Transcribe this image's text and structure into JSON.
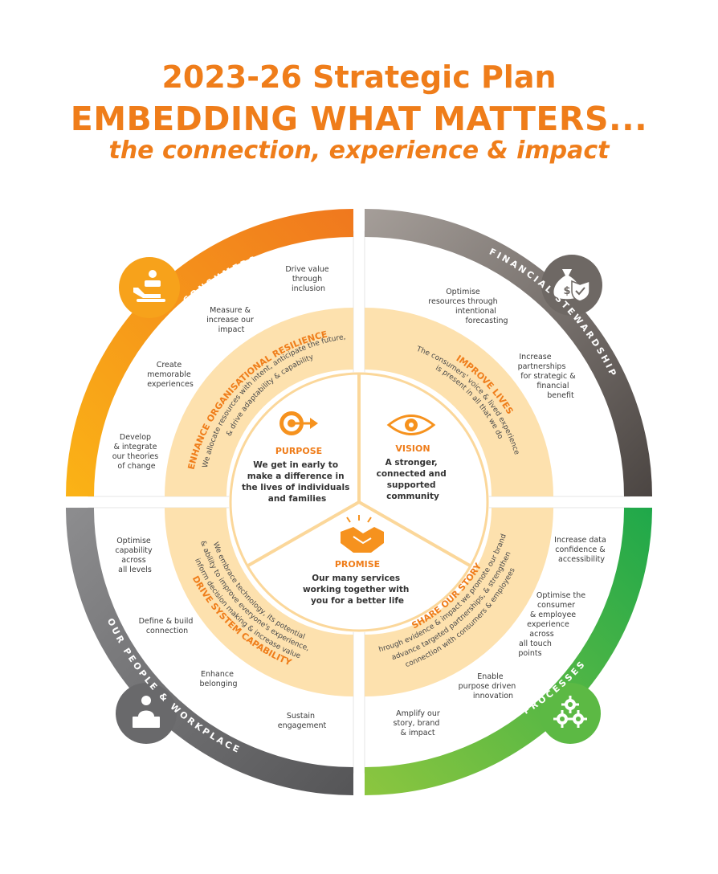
{
  "header": {
    "line1": "2023-26 Strategic Plan",
    "line2": "EMBEDDING WHAT MATTERS...",
    "line3": "the connection, experience & impact"
  },
  "colors": {
    "accent": "#ef7d1a",
    "consumers": "#f59e1e",
    "financial": "#6e6a68",
    "people": "#6b6b6d",
    "processes": "#5cb944",
    "ring_fill": "#fde1ae"
  },
  "quadrants": {
    "consumers": {
      "label": "CONSUMERS",
      "icon": "person-care-icon",
      "items": [
        [
          "Drive value",
          "through",
          "inclusion"
        ],
        [
          "Measure &",
          "increase our",
          "impact"
        ],
        [
          "Create",
          "memorable",
          "experiences"
        ],
        [
          "Develop",
          "& integrate",
          "our theories",
          "of change"
        ]
      ]
    },
    "financial": {
      "label": "FINANCIAL STEWARDSHIP",
      "icon": "money-bag-shield-icon",
      "items": [
        [
          "Optimise",
          "resources through",
          "intentional",
          "forecasting"
        ],
        [
          "Increase",
          "partnerships",
          "for strategic &",
          "financial",
          "benefit"
        ]
      ]
    },
    "people": {
      "label": "OUR PEOPLE & WORKPLACE",
      "icon": "person-desk-icon",
      "items": [
        [
          "Optimise",
          "capability",
          "across",
          "all levels"
        ],
        [
          "Define & build",
          "connection"
        ],
        [
          "Enhance",
          "belonging"
        ],
        [
          "Sustain",
          "engagement"
        ]
      ]
    },
    "processes": {
      "label": "PROCESSES",
      "icon": "gears-icon",
      "items": [
        [
          "Increase data",
          "confidence &",
          "accessibility"
        ],
        [
          "Optimise the",
          "consumer",
          "& employee",
          "experience",
          "across",
          "all touch",
          "points"
        ],
        [
          "Enable",
          "purpose driven",
          "innovation"
        ],
        [
          "Amplify our",
          "story, brand",
          "& impact"
        ]
      ]
    }
  },
  "ring": {
    "resilience": {
      "title": "ENHANCE ORGANISATIONAL RESILIENCE",
      "lines": [
        "We allocate resources with intent, anticipate the future,",
        "& drive adaptability & capability"
      ]
    },
    "improve": {
      "title": "IMPROVE LIVES",
      "lines": [
        "The consumers' voice & lived experience",
        "is present in all that we do"
      ]
    },
    "drive": {
      "title": "DRIVE SYSTEM CAPABILITY",
      "lines": [
        "We embrace technology, its potential",
        "& ability to improve everyone's experience,",
        "inform decision making & increase value"
      ]
    },
    "story": {
      "title": "SHARE OUR STORY",
      "lines": [
        "Through evidence & impact we promote our brand,",
        "advance targeted partnerships, & strengthen",
        "connection with consumers & employees"
      ]
    }
  },
  "core": {
    "purpose": {
      "title": "PURPOSE",
      "icon": "target-arrow-icon",
      "lines": [
        "We get in early to",
        "make a difference in",
        "the lives of individuals",
        "and families"
      ]
    },
    "vision": {
      "title": "VISION",
      "icon": "eye-icon",
      "lines": [
        "A stronger,",
        "connected and",
        "supported",
        "community"
      ]
    },
    "promise": {
      "title": "PROMISE",
      "icon": "handshake-icon",
      "lines": [
        "Our many services",
        "working together with",
        "you for a better life"
      ]
    }
  }
}
